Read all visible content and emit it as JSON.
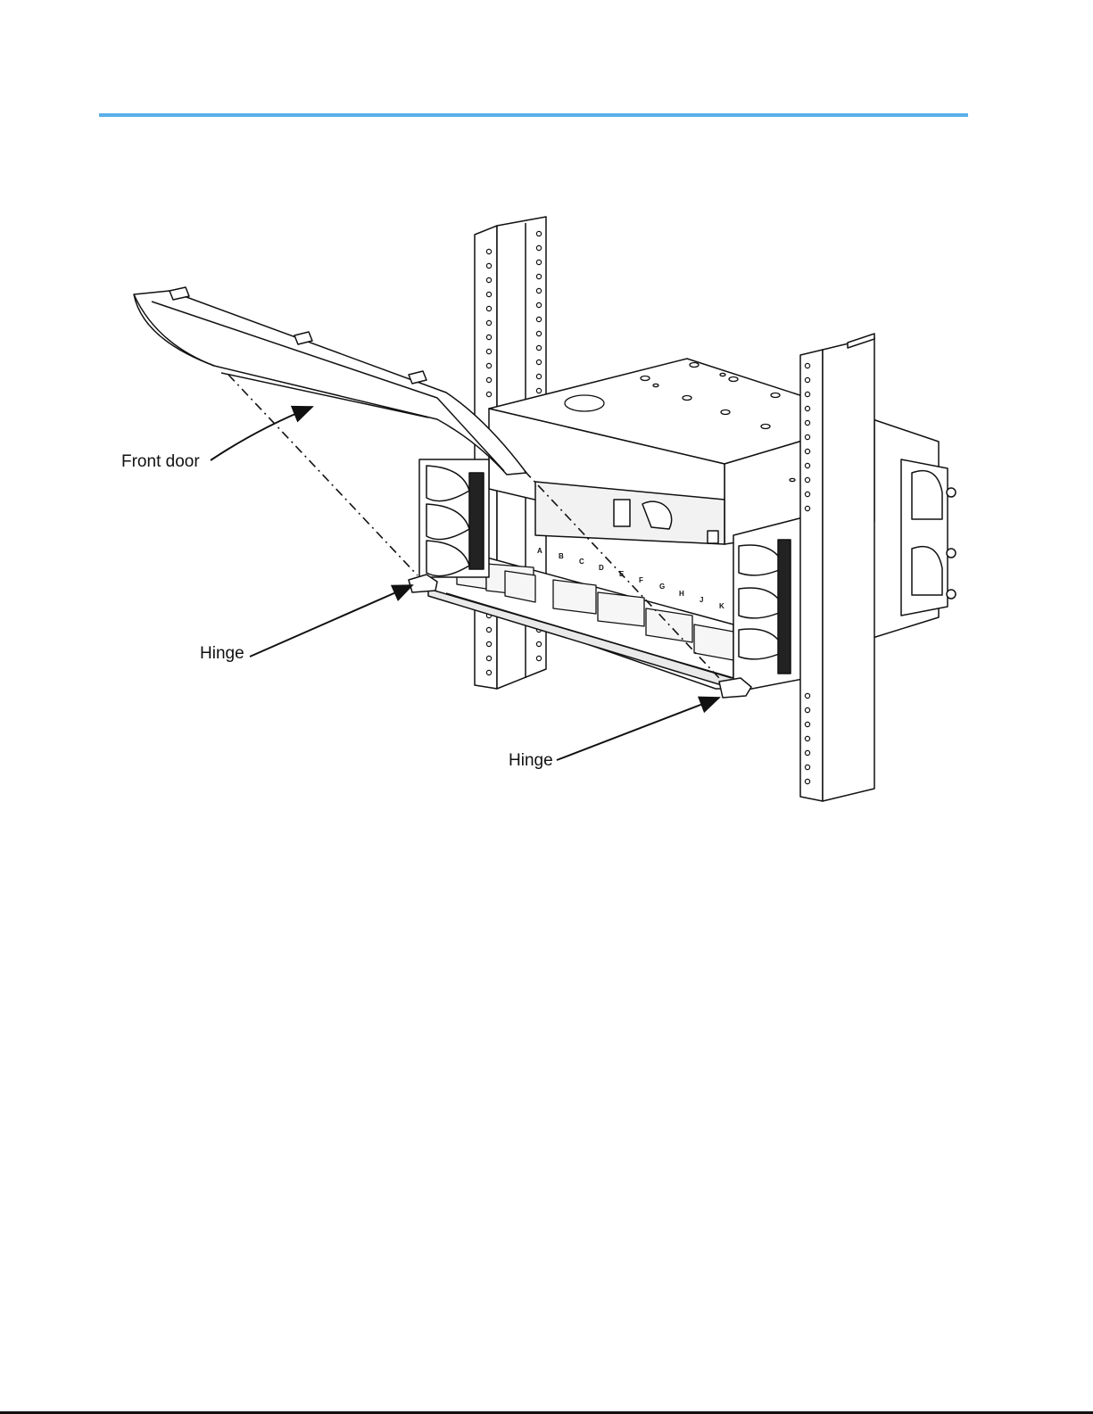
{
  "page": {
    "accent_color": "#5aafea"
  },
  "figure": {
    "labels": {
      "front_door": "Front door",
      "hinge_left": "Hinge",
      "hinge_right": "Hinge"
    },
    "slot_letters": [
      "A",
      "B",
      "C",
      "D",
      "E",
      "F",
      "G",
      "H",
      "J",
      "K"
    ]
  }
}
